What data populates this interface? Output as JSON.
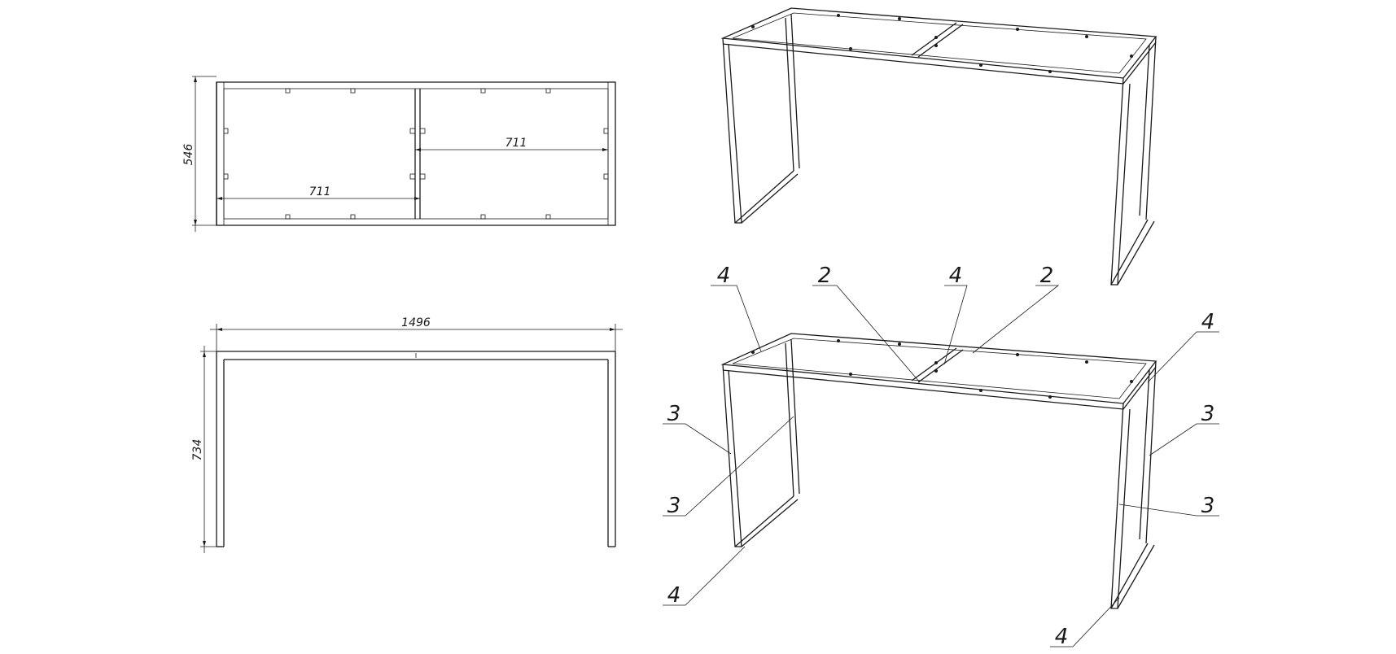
{
  "dimensions": {
    "top_depth": "546",
    "top_span_right": "711",
    "top_span_left": "711",
    "front_length": "1496",
    "front_height": "734"
  },
  "callouts": {
    "c1": "4",
    "c2": "2",
    "c3": "4",
    "c4": "2",
    "c5": "4",
    "c6": "3",
    "c7": "3",
    "c8": "3",
    "c9": "3",
    "c10": "4",
    "c11": "4"
  },
  "colors": {
    "line": "#1a1a1a",
    "background": "#ffffff"
  }
}
